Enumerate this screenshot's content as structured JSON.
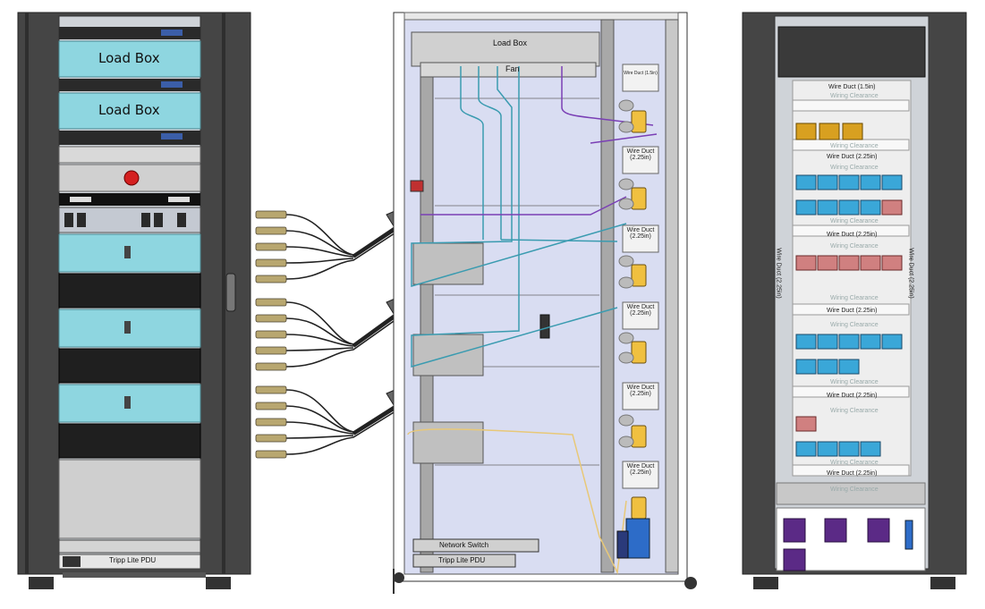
{
  "left_rack": {
    "load_box_top": "Load Box",
    "load_box_bottom": "Load Box",
    "pdu": "Tripp Lite PDU"
  },
  "middle_rack": {
    "load_box": "Load Box",
    "fan": "Fan",
    "wire_duct_small": "Wire Duct (1.5in)",
    "wire_duct": "Wire Duct (2.25in)",
    "network_switch": "Network Switch",
    "pdu": "Tripp Lite PDU"
  },
  "right_rack": {
    "wire_duct_top": "Wire Duct (1.5in)",
    "wire_duct": "Wire Duct (2.25in)",
    "wiring_clearance": "Wiring Clearance",
    "side_duct_left": "Wire Duct (2.25in)",
    "side_duct_right": "Wire Duct (2.25in)"
  },
  "colors": {
    "rack_frame": "#4a4a4a",
    "rack_panel_teal": "#8ed6e0",
    "middle_bg": "#d9ddf2",
    "cable_teal": "#3a9bb0",
    "cable_purple": "#7a3fb5",
    "cable_yellow": "#e8c878",
    "connector_yellow": "#f0c040",
    "module_blue": "#3aa7d8",
    "module_gold": "#d8a020",
    "module_red": "#d08080",
    "psu_purple": "#5b2a86",
    "relay_blue": "#2d6cc8",
    "estop_red": "#d42020"
  }
}
